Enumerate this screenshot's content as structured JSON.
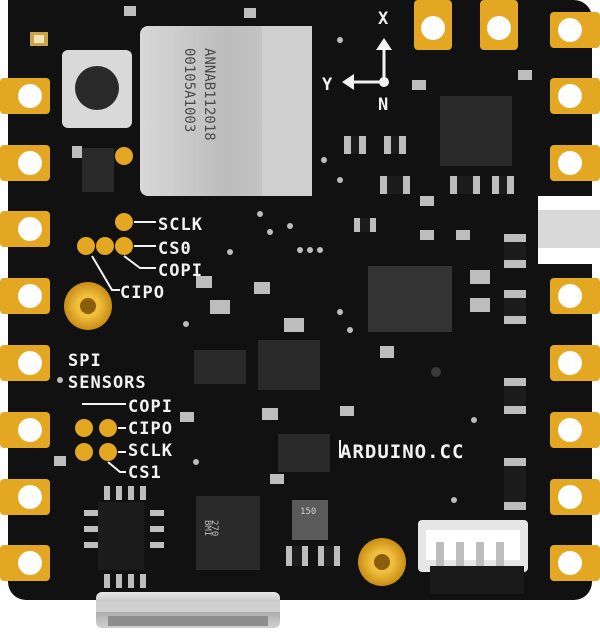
{
  "board": {
    "module_label_line1": "ANNAB112018",
    "module_label_line2": "00105A1003",
    "axis_x": "X",
    "axis_y": "Y",
    "axis_z": "N",
    "spi_top": [
      "SCLK",
      "CS0",
      "COPI",
      "CIPO"
    ],
    "spi_header_line1": "SPI",
    "spi_header_line2": "SENSORS",
    "spi_bottom": [
      "COPI",
      "CIPO",
      "SCLK",
      "CS1"
    ],
    "website": "ARDUINO.CC",
    "bmi_chip_line1": "BMI",
    "bmi_chip_line2": "270",
    "small_chip": "150"
  },
  "colors": {
    "pcb": "#111111",
    "gold": "#e3a722",
    "silk": "#f2f2f2",
    "chip": "#2a2a2a",
    "metal": "#c0c0c0"
  }
}
